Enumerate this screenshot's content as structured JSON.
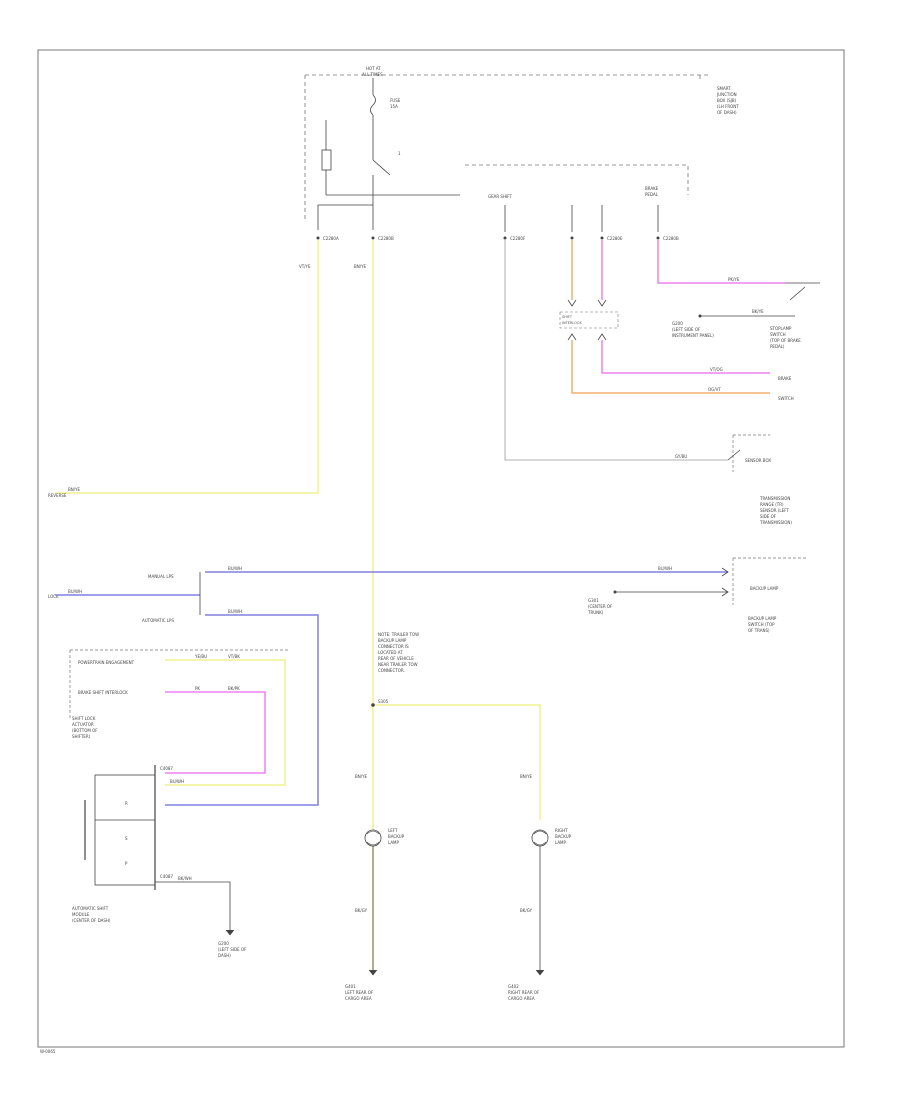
{
  "footer": {
    "code": "W-0065"
  },
  "colors": {
    "yellow": "#f2f090",
    "violet": "#8080e0",
    "pink": "#f080f0",
    "orange": "#f4b070",
    "gray": "#888888",
    "dark": "#444444"
  },
  "labels": {
    "top_center": [
      "HOT AT",
      "ALL TIMES"
    ],
    "fuse": [
      "FUSE",
      "15A"
    ],
    "top_right_box": [
      "SMART",
      "JUNCTION",
      "BOX (SJB)",
      "(LH FRONT",
      "OF DASH)"
    ],
    "c_left_1": "C2280A",
    "c_left_2": "C2280B",
    "c_mid_1": "C2280F",
    "c_mid_2": "C2280E",
    "c_right_1": "C2280B",
    "gear_shift_top": "GEAR SHIFT",
    "brake_pedal_top": [
      "BRAKE",
      "PEDAL"
    ],
    "wire_ye_1": "VT/YE",
    "wire_ye_2": "BN/YE",
    "wire_ye_3": "BN/YE",
    "wire_ye_4": "BN/YE",
    "wire_ye_5": "BN/YE",
    "wire_gy": "GY/BU",
    "wire_vt": "VT/OG",
    "wire_og": "OG/VT",
    "wire_bu": "BU/WH",
    "wire_pk": "PK/YE",
    "wire_bk": "BK/YE",
    "ground_dash": [
      "G200",
      "(LEFT SIDE OF",
      "INSTRUMENT PANEL)"
    ],
    "brake_switch": [
      "STOPLAMP",
      "SWITCH",
      "(TOP OF BRAKE",
      "PEDAL)"
    ],
    "hydraulic_right": [
      "BRAKE",
      "SWITCH"
    ],
    "shift_interlock": [
      "SHIFT",
      "INTERLOCK"
    ],
    "trans_range": [
      "TRANSMISSION",
      "RANGE (TR)",
      "SENSOR (LEFT",
      "SIDE OF",
      "TRANSMISSION)"
    ],
    "left_mark_1": "REVERSE",
    "left_mark_2": "LOCK",
    "manual_lbl": "MANUAL LPS",
    "auto_lbl": "AUTOMATIC LPS",
    "bu_wh_1": "BU/WH",
    "bu_wh_2": "BU/WH",
    "bu_wh_3": "BU/WH",
    "backup_switch": [
      "BACKUP LAMP",
      "SWITCH (TOP",
      "OF TRANS)"
    ],
    "backup_lamp": "BACKUP LAMP",
    "right_conn_sub": [
      "G301",
      "(CENTER OF",
      "TRUNK)"
    ],
    "shift_lock": [
      "SHIFT LOCK",
      "ACTUATOR",
      "(BOTTOM OF",
      "SHIFTER)"
    ],
    "sensor_box": "SENSOR BOX",
    "note_center": [
      "NOTE: TRAILER TOW",
      "BACKUP LAMP",
      "CONNECTOR IS",
      "LOCATED AT",
      "REAR OF VEHICLE",
      "NEAR TRAILER TOW",
      "CONNECTOR."
    ],
    "note_junction": "S305",
    "lamp_left": [
      "LEFT",
      "BACKUP",
      "LAMP"
    ],
    "lamp_right": [
      "RIGHT",
      "BACKUP",
      "LAMP"
    ],
    "lamp_wire_l": "BN/YE",
    "lamp_wire_r": "BN/YE",
    "gnd_wire_l": "BK/GY",
    "gnd_wire_r": "BK/GY",
    "gnd_l": [
      "G401",
      "LEFT REAR OF",
      "CARGO AREA"
    ],
    "gnd_r": [
      "G402",
      "RIGHT REAR OF",
      "CARGO AREA"
    ],
    "shifter_label": [
      "AUTOMATIC SHIFT",
      "MODULE",
      "(CENTER OF DASH)"
    ],
    "shifter_conn_1": "C4087",
    "shifter_conn_2": "C4087",
    "gnd_shifter": [
      "G200",
      "(LEFT SIDE OF",
      "DASH)"
    ],
    "gnd_shifter_wire": "BK/WH",
    "shifter_top_lbl_1": "POWERTRAIN ENGAGEMENT",
    "shifter_top_lbl_2": "BRAKE SHIFT INTERLOCK",
    "pk_short": "PK",
    "pk_short_2": "BK/PK",
    "ye_short": "YE/BU",
    "ye_short_2": "VT/BK",
    "bu_short": "BU/WH",
    "lock_r": "R",
    "lock_s": "S",
    "lock_p": "P",
    "rel_text": "1"
  }
}
